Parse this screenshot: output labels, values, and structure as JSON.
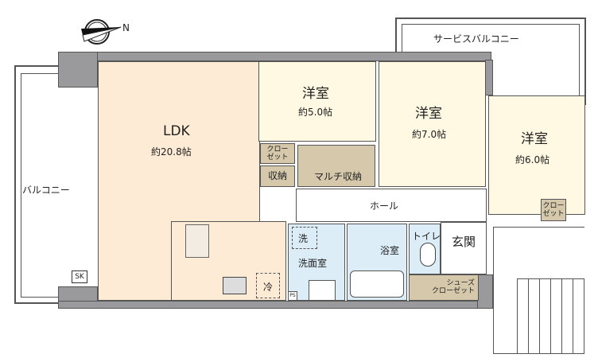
{
  "compass": {
    "label": "N"
  },
  "rooms": {
    "ldk": {
      "name": "LDK",
      "size": "約20.8帖"
    },
    "western1": {
      "name": "洋室",
      "size": "約5.0帖"
    },
    "western2": {
      "name": "洋室",
      "size": "約7.0帖"
    },
    "western3": {
      "name": "洋室",
      "size": "約6.0帖"
    },
    "closet1": "クロー\nゼット",
    "storage": "収納",
    "multi_storage": "マルチ収納",
    "closet3": "クロー\nゼット",
    "hall": "ホール",
    "washroom": "洗面室",
    "washer": "洗",
    "bathroom": "浴室",
    "toilet": "トイレ",
    "entrance": "玄関",
    "shoe_closet": "シューズ\nクローゼット",
    "fridge": "冷",
    "ps": "PS"
  },
  "balcony": "バルコニー",
  "service_balcony": "サービスバルコニー",
  "sk": "SK"
}
